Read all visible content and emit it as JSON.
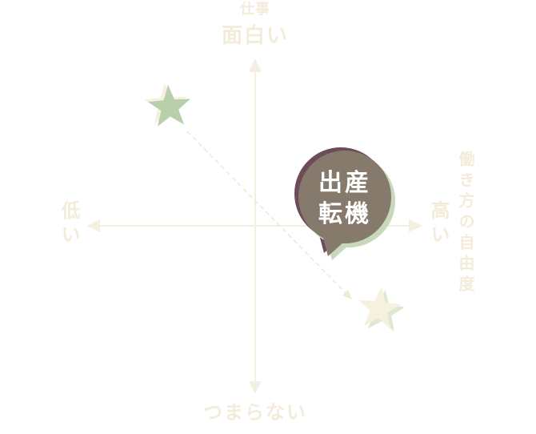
{
  "axes": {
    "top": {
      "small": "仕事",
      "large": "面白い"
    },
    "bottom": "つまらない",
    "left": "低い",
    "right": "高い",
    "right_title": "働き方の自由度"
  },
  "bubble": {
    "line1": "出産",
    "line2": "転機"
  },
  "icons": {
    "start_marker": "star-icon",
    "end_marker": "star-icon",
    "connector": "dashed-arrow-icon",
    "callout": "speech-bubble-icon"
  },
  "colors": {
    "axis": "#f4efe1",
    "label": "#f3ecda",
    "bubble": "#857a6b",
    "bubble_shadow_dark": "#6e4b58",
    "bubble_shadow_light": "#c8d8bb",
    "star_green": "#b7cfab",
    "star_cream": "#f6f0de",
    "star_cream_shadow": "#dde8d2",
    "bubble_text": "#ffffff"
  }
}
